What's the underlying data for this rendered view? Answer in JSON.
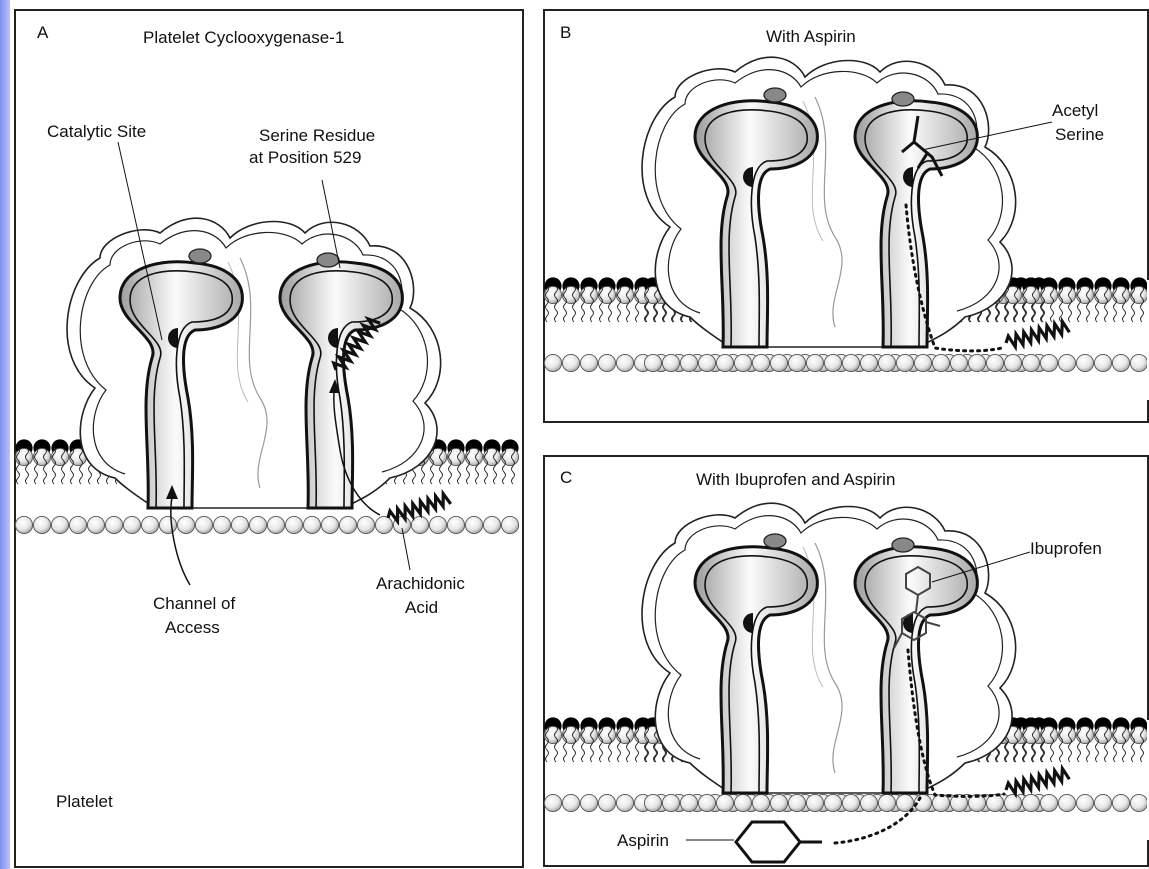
{
  "figure": {
    "panels": [
      {
        "letter": "A",
        "title": "Platelet Cyclooxygenase-1"
      },
      {
        "letter": "B",
        "title": "With Aspirin"
      },
      {
        "letter": "C",
        "title": "With Ibuprofen and Aspirin"
      }
    ],
    "labels": {
      "catalytic_site": "Catalytic Site",
      "serine_line1": "Serine Residue",
      "serine_line2": "at Position 529",
      "channel_line1": "Channel of",
      "channel_line2": "Access",
      "arachidonic_line1": "Arachidonic",
      "arachidonic_line2": "Acid",
      "platelet": "Platelet",
      "acetyl_line1": "Acetyl",
      "acetyl_line2": "Serine",
      "ibuprofen": "Ibuprofen",
      "aspirin": "Aspirin"
    }
  }
}
